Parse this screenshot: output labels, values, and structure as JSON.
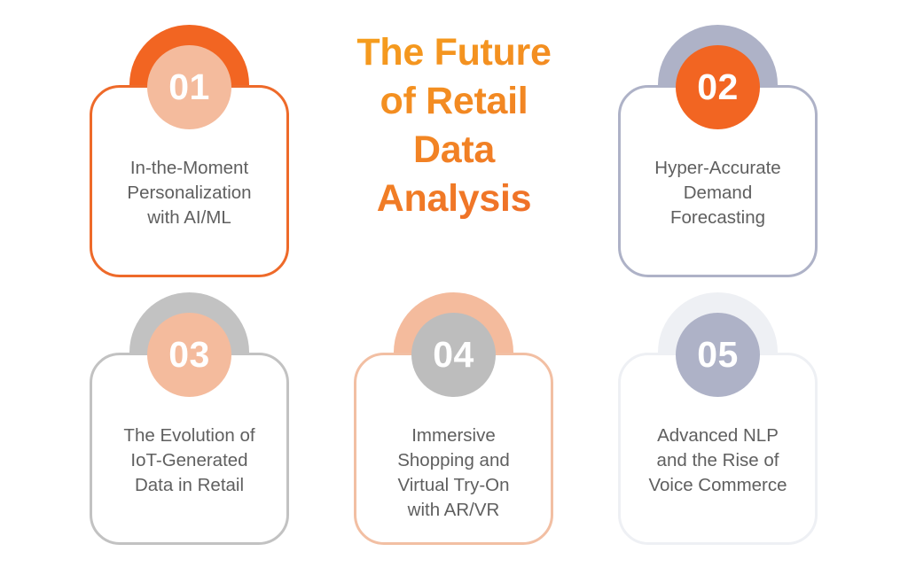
{
  "title": {
    "lines": [
      "The Future",
      "of Retail",
      "Data",
      "Analysis"
    ],
    "gradient": [
      "#f6a21c",
      "#ee6a2a"
    ]
  },
  "steps": [
    {
      "number": "01",
      "lines": [
        "In-the-Moment",
        "Personalization",
        "with AI/ML"
      ],
      "colors": {
        "arc": "#f26522",
        "border": "#ee6a2a",
        "badge": "#f4bb9d"
      }
    },
    {
      "number": "02",
      "lines": [
        "Hyper-Accurate",
        "Demand",
        "Forecasting"
      ],
      "colors": {
        "arc": "#aeb2c7",
        "border": "#aeb2c7",
        "badge": "#f26522"
      }
    },
    {
      "number": "03",
      "lines": [
        "The Evolution of",
        "IoT-Generated",
        "Data in Retail"
      ],
      "colors": {
        "arc": "#c2c2c2",
        "border": "#c2c2c2",
        "badge": "#f4bb9d"
      }
    },
    {
      "number": "04",
      "lines": [
        "Immersive",
        "Shopping and",
        "Virtual Try-On",
        "with AR/VR"
      ],
      "colors": {
        "arc": "#f4bb9d",
        "border": "#f2bfa3",
        "badge": "#bdbdbd"
      }
    },
    {
      "number": "05",
      "lines": [
        "Advanced NLP",
        "and the Rise of",
        "Voice Commerce"
      ],
      "colors": {
        "arc": "#eef0f4",
        "border": "#eef0f4",
        "badge": "#aeb2c7"
      }
    }
  ]
}
